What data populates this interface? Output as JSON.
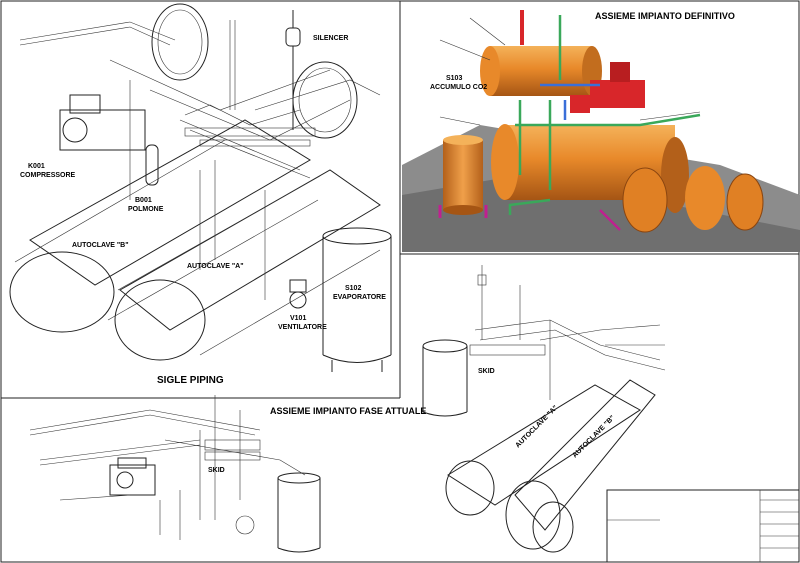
{
  "panels": {
    "single_piping": {
      "title": "SIGLE  PIPING",
      "labels": {
        "silencer": "SILENCER",
        "k001_code": "K001",
        "k001_name": "COMPRESSORE",
        "b001_code": "B001",
        "b001_name": "POLMONE",
        "autoclave_b": "AUTOCLAVE \"B\"",
        "autoclave_a": "AUTOCLAVE \"A\"",
        "s102_code": "S102",
        "s102_name": "EVAPORATORE",
        "v101_code": "V101",
        "v101_name": "VENTILATORE"
      }
    },
    "definitive": {
      "title": "ASSIEME IMPIANTO DEFINITIVO",
      "labels": {
        "s103_code": "S103",
        "s103_name": "ACCUMULO CO2"
      }
    },
    "current_phase": {
      "title": "ASSIEME IMPIANTO FASE ATTUALE",
      "labels": {
        "skid": "SKID"
      }
    },
    "iso_view": {
      "labels": {
        "skid": "SKID",
        "autoclave_a": "AUTOCLAVE \"A\"",
        "autoclave_b": "AUTOCLAVE \"B\""
      }
    }
  },
  "colors": {
    "tank_orange": "#e8892a",
    "tank_shadow": "#b3601a",
    "floor_gray": "#8c8c8c",
    "pipe_green": "#3aa85a",
    "pipe_blue": "#3a6fd8",
    "equip_red": "#d8262a",
    "pipe_magenta": "#c02090"
  }
}
